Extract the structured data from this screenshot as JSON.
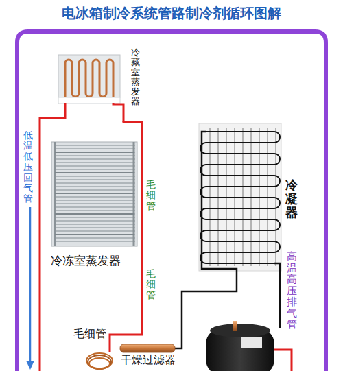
{
  "diagram": {
    "title": "电冰箱制冷系统管路制冷剂循环图解",
    "nodes": [
      {
        "text": [
          "冷藏室蒸发器"
        ]
      },
      {
        "text": [
          "冷冻室蒸发器"
        ]
      },
      {
        "text": [
          "冷凝器"
        ]
      },
      {
        "text": [
          "干燥过滤器"
        ]
      },
      {
        "text": [
          "毛细管"
        ]
      }
    ],
    "edges": [
      {
        "from": 2,
        "to": 3,
        "arrow": "none"
      },
      {
        "from": 4,
        "to": 0,
        "arrow": "none"
      }
    ],
    "labels": [
      "低温低压回气管",
      "毛细管",
      "毛细管",
      "高温高压排气管"
    ]
  }
}
